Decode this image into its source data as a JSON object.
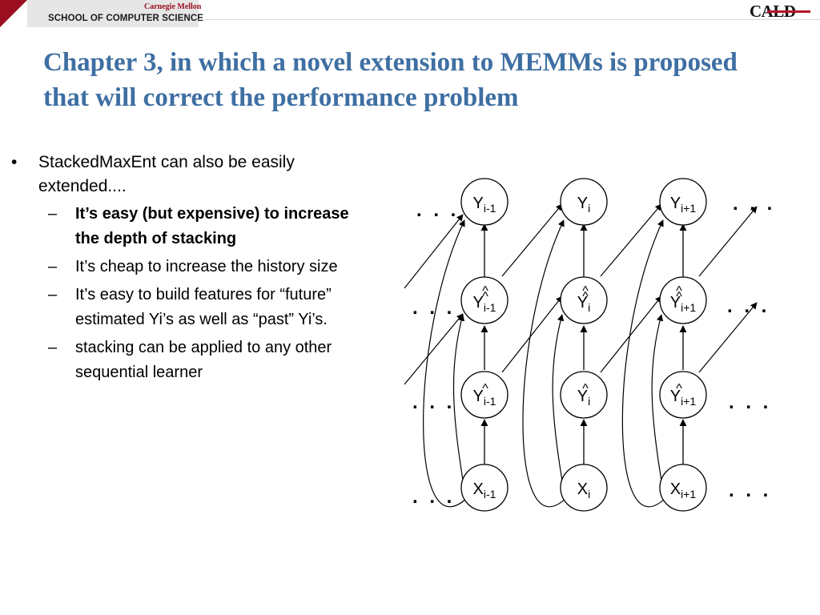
{
  "header": {
    "university": "Carnegie Mellon",
    "school": "SCHOOL OF COMPUTER SCIENCE",
    "logo": "CALD"
  },
  "title": "Chapter 3, in which a novel extension to MEMMs is proposed that will correct the performance problem",
  "bullets": [
    {
      "text": "StackedMaxEnt can also be easily extended....",
      "subitems": [
        {
          "text": "It’s easy (but expensive) to increase the depth of stacking",
          "bold": true
        },
        {
          "text": "It’s cheap to increase the history size",
          "bold": false
        },
        {
          "text": "It’s easy to build features for “future” estimated Yi’s as well as “past” Yi’s.",
          "bold": false
        },
        {
          "text": "stacking can be applied to any other sequential learner",
          "bold": false
        }
      ]
    }
  ],
  "diagram": {
    "columns": [
      {
        "y": "Y",
        "y_sub": "i-1",
        "yhat": "Y",
        "yhat_hat": "^",
        "yhat_sub": "i-1",
        "x": "X",
        "x_sub": "i-1"
      },
      {
        "y": "Y",
        "y_sub": "i",
        "yhat": "Y",
        "yhat_hat": "^",
        "yhat_sub": "i",
        "x": "X",
        "x_sub": "i"
      },
      {
        "y": "Y",
        "y_sub": "i+1",
        "yhat": "Y",
        "yhat_hat": "^",
        "yhat_sub": "i+1",
        "x": "X",
        "x_sub": "i+1"
      }
    ],
    "row_hats": [
      "^",
      "^",
      "^"
    ],
    "ellipsis": ". . ."
  },
  "colors": {
    "title": "#3e6fa3",
    "cmu_red": "#9a0e1f",
    "cald_red": "#b5142a"
  }
}
